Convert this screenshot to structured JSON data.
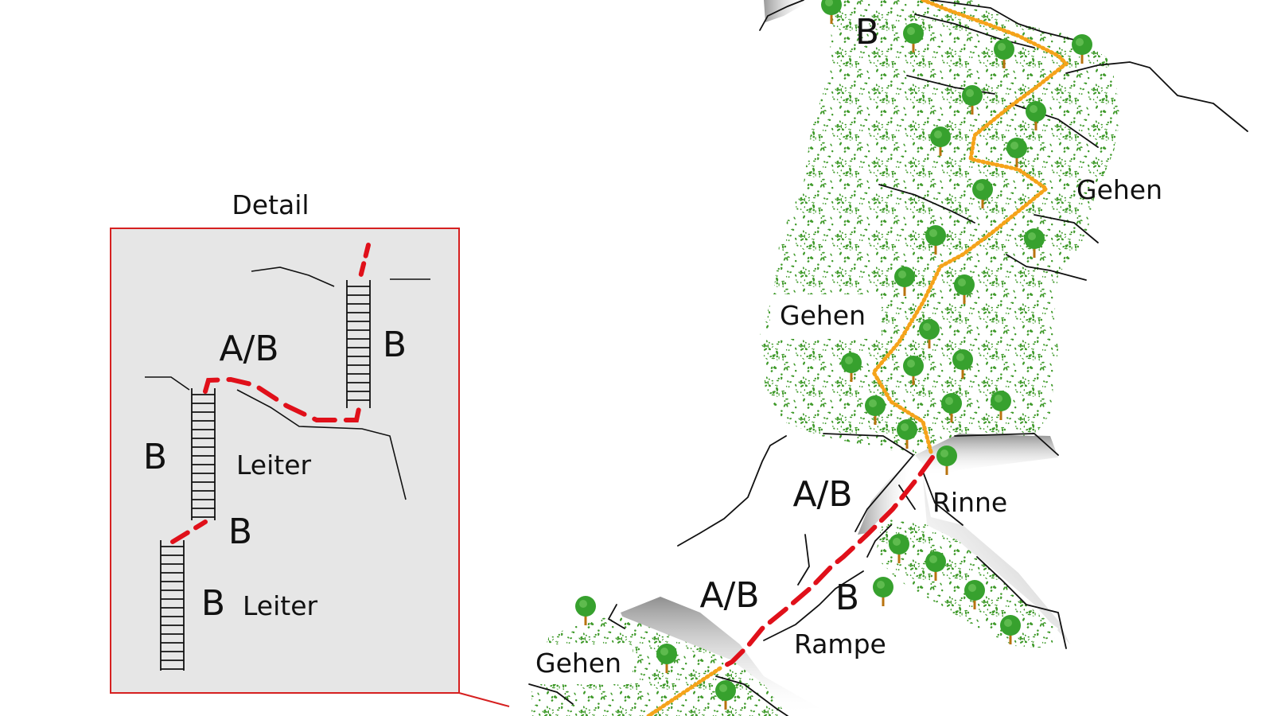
{
  "detail_title": "Detail",
  "detail_labels": {
    "ab": "A/B",
    "b_top_right": "B",
    "b_left": "B",
    "leiter_upper": "Leiter",
    "b_middle": "B",
    "b_lower": "B",
    "leiter_lower": "Leiter"
  },
  "map_labels": {
    "b_top": "B",
    "gehen_right": "Gehen",
    "gehen_middle": "Gehen",
    "ab_upper": "A/B",
    "rinne": "Rinne",
    "ab_lower": "A/B",
    "b_ramp": "B",
    "rampe": "Rampe",
    "gehen_bottom": "Gehen"
  },
  "colors": {
    "route_difficult": "#e0101a",
    "route_easy": "#f5a31a",
    "forest": "#3f9a2a",
    "tree_crown": "#37a12e",
    "tree_trunk": "#b8730f",
    "rock_shade": "#a8a8a8",
    "detail_bg": "#e6e6e6",
    "detail_border": "#d62020"
  }
}
